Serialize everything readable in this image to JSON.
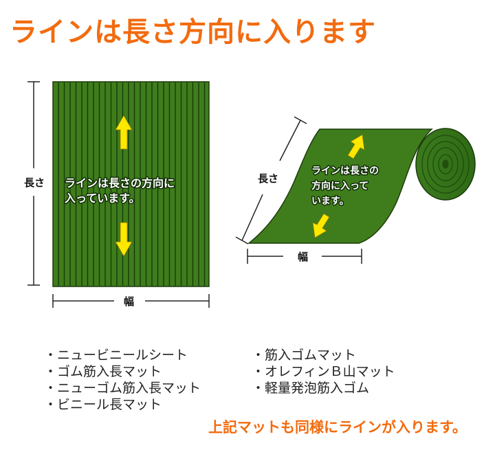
{
  "title": "ラインは長さ方向に入ります",
  "flat": {
    "length_label": "長さ",
    "width_label": "幅",
    "text_line1": "ラインは長さの方向に",
    "text_line2": "入っています。"
  },
  "roll": {
    "length_label": "長さ",
    "width_label": "幅",
    "text_line1": "ラインは長さの",
    "text_line2": "方向に入って",
    "text_line3": "います。"
  },
  "list_left": [
    "・ニュービニールシート",
    "・ゴム筋入長マット",
    "・ニューゴム筋入長マット",
    "・ビニール長マット"
  ],
  "list_right": [
    "・筋入ゴムマット",
    "・オレフィンＢ山マット",
    "・軽量発泡筋入ゴム"
  ],
  "note": "上記マットも同様にラインが入ります。",
  "colors": {
    "title": "#f26b0f",
    "mat": "#3f7d1c",
    "arrow": "#ffe800"
  }
}
